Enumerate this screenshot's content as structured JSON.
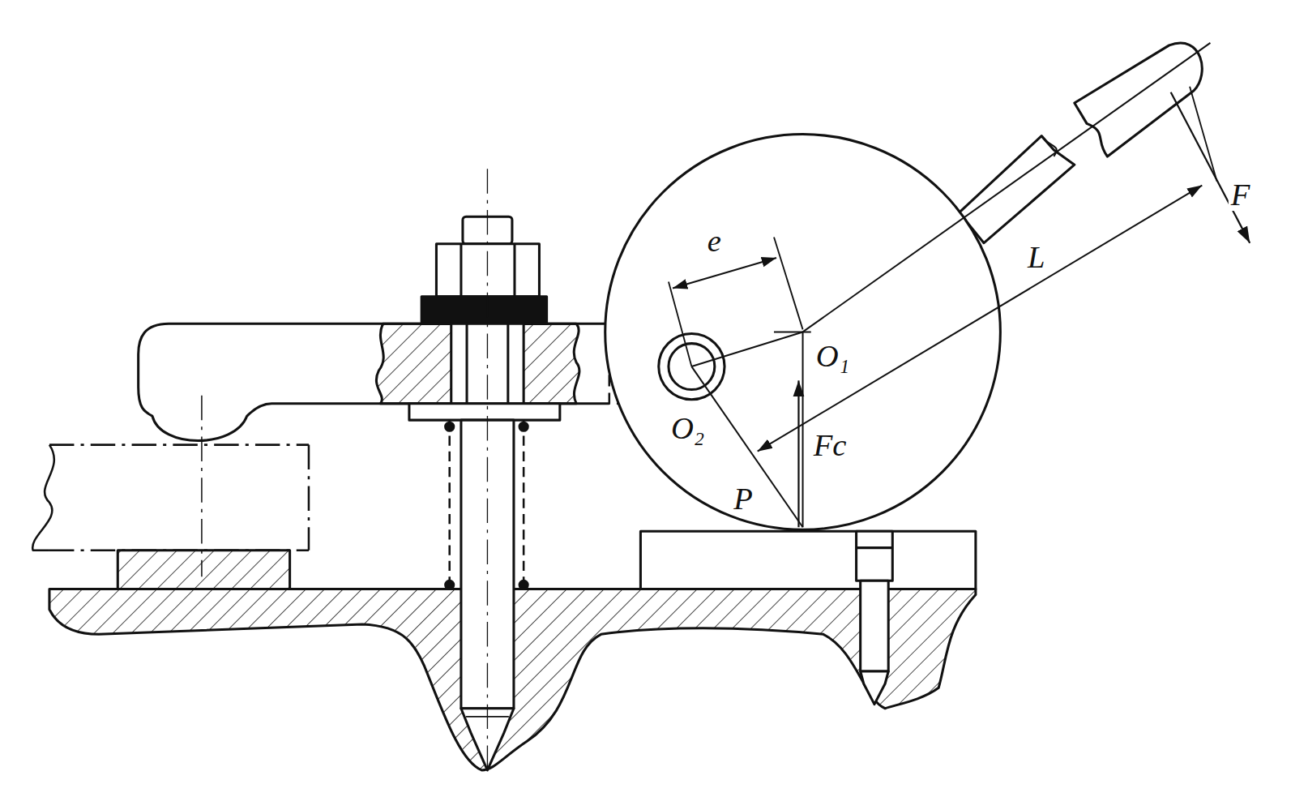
{
  "diagram": {
    "labels": [
      "e",
      "O₁",
      "O₂",
      "L",
      "F",
      "Fc",
      "P"
    ]
  }
}
